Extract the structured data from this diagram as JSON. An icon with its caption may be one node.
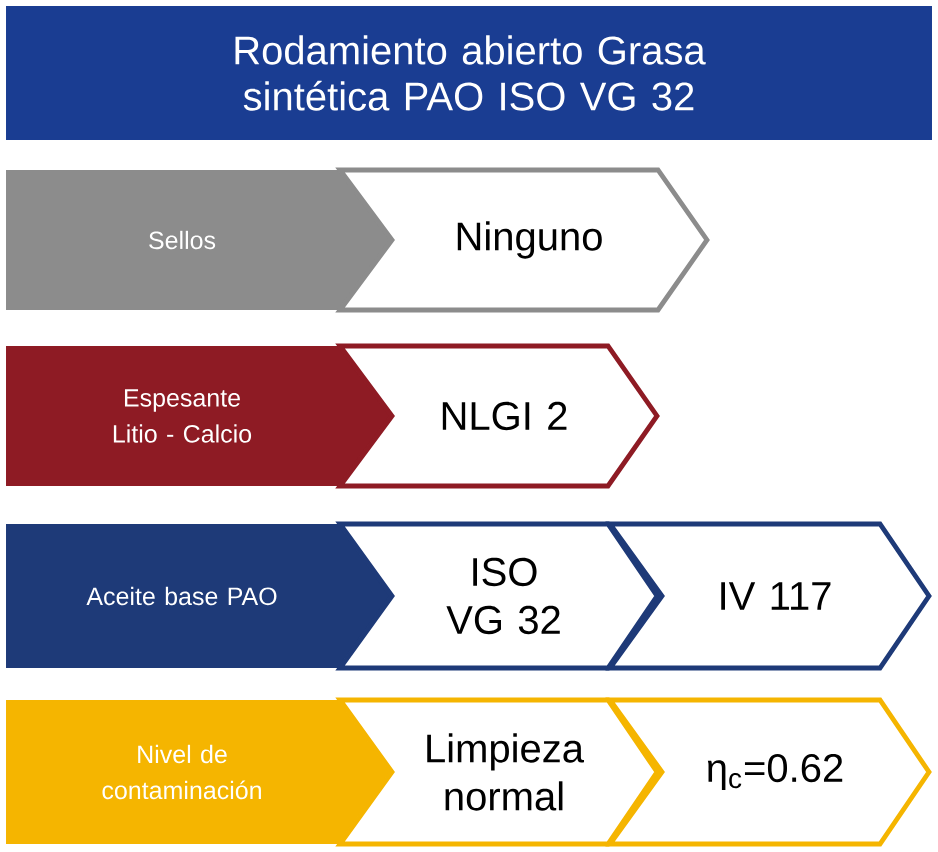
{
  "diagram": {
    "nodes": [
      {
        "text": [
          "Rodamiento abierto Grasa sintética PAO ISO VG 32"
        ]
      },
      {
        "text": [
          "Sellos"
        ]
      },
      {
        "text": [
          "Ninguno"
        ]
      },
      {
        "text": [
          "Espesante Litio - Calcio"
        ]
      },
      {
        "text": [
          "NLGI 2"
        ]
      },
      {
        "text": [
          "Aceite base PAO"
        ]
      },
      {
        "text": [
          "ISO VG 32"
        ]
      },
      {
        "text": [
          "IV 117"
        ]
      },
      {
        "text": [
          "Nivel de contaminación"
        ]
      },
      {
        "text": [
          "Limpieza normal"
        ]
      },
      {
        "text": [
          "η$_{c}$=0.62"
        ]
      }
    ]
  }
}
